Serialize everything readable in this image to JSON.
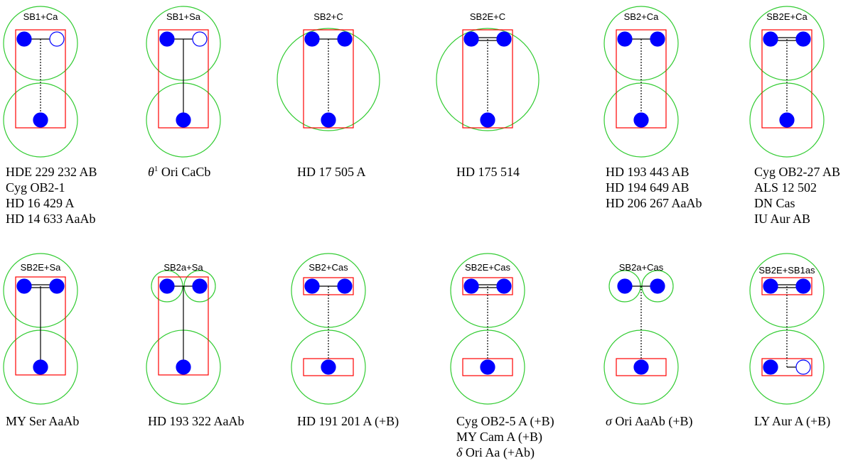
{
  "colors": {
    "star": "#0000ff",
    "orbit_circle": "#33cc33",
    "box": "#ff0000",
    "line": "#000000"
  },
  "panels": [
    {
      "label": "SB1+Ca",
      "captions": [
        {
          "text": "HDE 229 232 AB"
        },
        {
          "text": "Cyg OB2-1"
        },
        {
          "text": "HD 16 429 A"
        },
        {
          "text": "HD 14 633 AaAb"
        }
      ]
    },
    {
      "label": "SB1+Sa",
      "captions": [
        {
          "sym": "θ",
          "sup": "1",
          "text": " Ori CaCb"
        }
      ]
    },
    {
      "label": "SB2+C",
      "captions": [
        {
          "text": "HD 17 505 A"
        }
      ]
    },
    {
      "label": "SB2E+C",
      "captions": [
        {
          "text": "HD 175 514"
        }
      ]
    },
    {
      "label": "SB2+Ca",
      "captions": [
        {
          "text": "HD 193 443 AB"
        },
        {
          "text": "HD 194 649 AB"
        },
        {
          "text": "HD 206 267 AaAb"
        }
      ]
    },
    {
      "label": "SB2E+Ca",
      "captions": [
        {
          "text": "Cyg OB2-27 AB"
        },
        {
          "text": "ALS 12 502"
        },
        {
          "text": "DN Cas"
        },
        {
          "text": "IU Aur AB"
        }
      ]
    },
    {
      "label": "SB2E+Sa",
      "captions": [
        {
          "text": "MY Ser AaAb"
        }
      ]
    },
    {
      "label": "SB2a+Sa",
      "captions": [
        {
          "text": "HD 193 322 AaAb"
        }
      ]
    },
    {
      "label": "SB2+Cas",
      "captions": [
        {
          "text": "HD 191 201 A (+B)"
        }
      ]
    },
    {
      "label": "SB2E+Cas",
      "captions": [
        {
          "text": "Cyg OB2-5 A (+B)"
        },
        {
          "text": "MY Cam A (+B)"
        },
        {
          "sym": "δ",
          "text": " Ori Aa (+Ab)"
        }
      ]
    },
    {
      "label": "SB2a+Cas",
      "captions": [
        {
          "sym": "σ",
          "text": " Ori AaAb (+B)"
        }
      ]
    },
    {
      "label": "SB2E+SB1as",
      "captions": [
        {
          "text": "LY Aur A (+B)"
        }
      ]
    }
  ]
}
